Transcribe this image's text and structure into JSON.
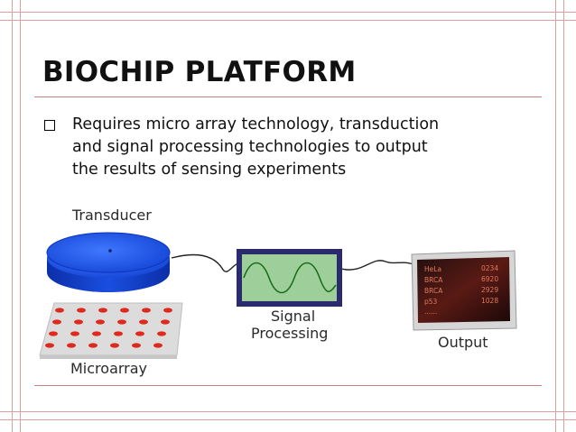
{
  "slide": {
    "title": "BIOCHIP PLATFORM",
    "bullet": {
      "lines": [
        "Requires micro array technology, transduction",
        "and signal processing technologies to output",
        "the results of sensing experiments"
      ]
    }
  },
  "diagram": {
    "labels": {
      "transducer": "Transducer",
      "signal_processing_line1": "Signal",
      "signal_processing_line2": "Processing",
      "output": "Output",
      "microarray": "Microarray"
    },
    "output_screen_rows": [
      {
        "name": "HeLa",
        "value": "0234"
      },
      {
        "name": "BRCA",
        "value": "6920"
      },
      {
        "name": "BRCA",
        "value": "2929"
      },
      {
        "name": "p53",
        "value": "1028"
      }
    ],
    "output_screen_extra": "......",
    "colors": {
      "transducer_blue": "#1f55e6",
      "signal_screen_green": "#9ecf9a",
      "microarray_dot_red": "#dd2a1c",
      "output_screen_dark": "#3a1010"
    }
  }
}
